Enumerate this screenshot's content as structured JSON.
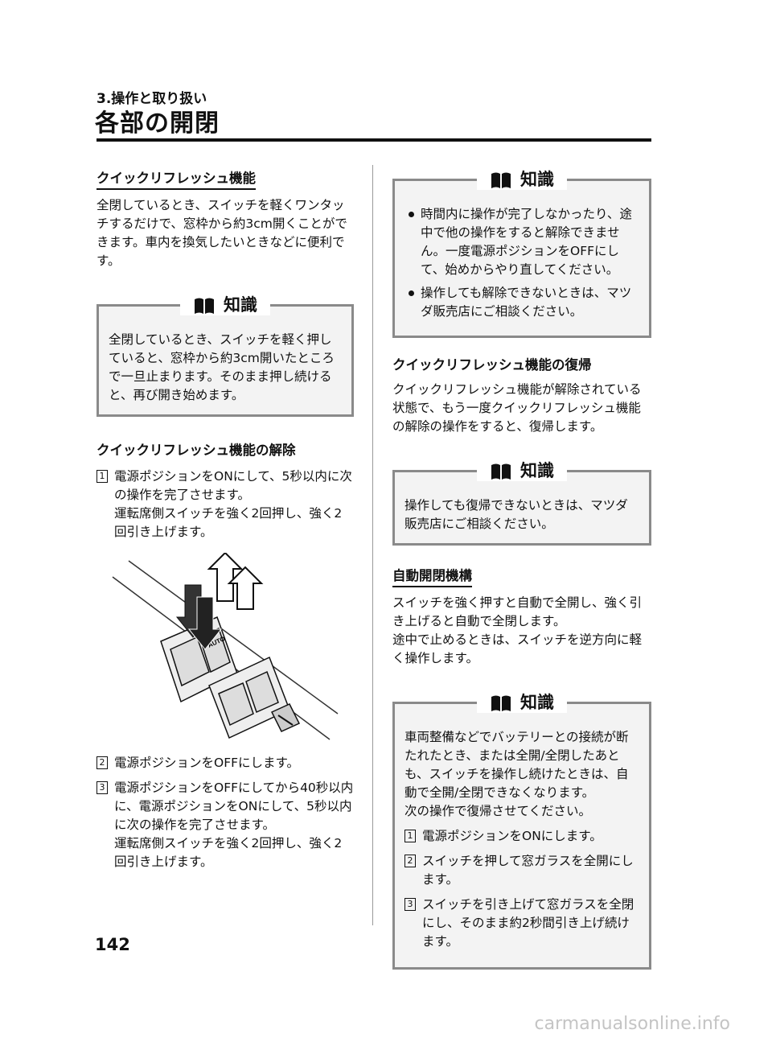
{
  "header": {
    "chapter": "3.操作と取り扱い",
    "title": "各部の開閉"
  },
  "left": {
    "section1": {
      "heading": "クイックリフレッシュ機能",
      "body": "全閉しているとき、スイッチを軽くワンタッチするだけで、窓枠から約3cm開くことができます。車内を換気したいときなどに便利です。"
    },
    "tip1": {
      "label": "知識",
      "body": "全閉しているとき、スイッチを軽く押していると、窓枠から約3cm開いたところで一旦止まります。そのまま押し続けると、再び開き始めます。"
    },
    "section2": {
      "heading": "クイックリフレッシュ機能の解除",
      "steps": [
        {
          "num": "1",
          "line1": "電源ポジションをONにして、5秒以内に次の操作を完了させます。",
          "line2": "運転席側スイッチを強く2回押し、強く2回引き上げます。"
        },
        {
          "num": "2",
          "line1": "電源ポジションをOFFにします。",
          "line2": ""
        },
        {
          "num": "3",
          "line1": "電源ポジションをOFFにしてから40秒以内に、電源ポジションをONにして、5秒以内に次の操作を完了させます。",
          "line2": "運転席側スイッチを強く2回押し、強く2回引き上げます。"
        }
      ]
    },
    "figure": {
      "switch_label": "AUTO"
    }
  },
  "right": {
    "tip2": {
      "label": "知識",
      "bullets": [
        "時間内に操作が完了しなかったり、途中で他の操作をすると解除できません。一度電源ポジションをOFFにして、始めからやり直してください。",
        "操作しても解除できないときは、マツダ販売店にご相談ください。"
      ]
    },
    "section3": {
      "heading": "クイックリフレッシュ機能の復帰",
      "body": "クイックリフレッシュ機能が解除されている状態で、もう一度クイックリフレッシュ機能の解除の操作をすると、復帰します。"
    },
    "tip3": {
      "label": "知識",
      "body": "操作しても復帰できないときは、マツダ販売店にご相談ください。"
    },
    "section4": {
      "heading": "自動開閉機構",
      "body1": "スイッチを強く押すと自動で全開し、強く引き上げると自動で全閉します。",
      "body2": "途中で止めるときは、スイッチを逆方向に軽く操作します。"
    },
    "tip4": {
      "label": "知識",
      "body1": "車両整備などでバッテリーとの接続が断たれたとき、または全開/全閉したあとも、スイッチを操作し続けたときは、自動で全開/全閉できなくなります。",
      "body2": "次の操作で復帰させてください。",
      "steps": [
        {
          "num": "1",
          "text": "電源ポジションをONにします。"
        },
        {
          "num": "2",
          "text": "スイッチを押して窓ガラスを全開にします。"
        },
        {
          "num": "3",
          "text": "スイッチを引き上げて窓ガラスを全閉にし、そのまま約2秒間引き上げ続けます。"
        }
      ]
    }
  },
  "footer": {
    "page_number": "142",
    "watermark": "carmanualsonline.info"
  }
}
